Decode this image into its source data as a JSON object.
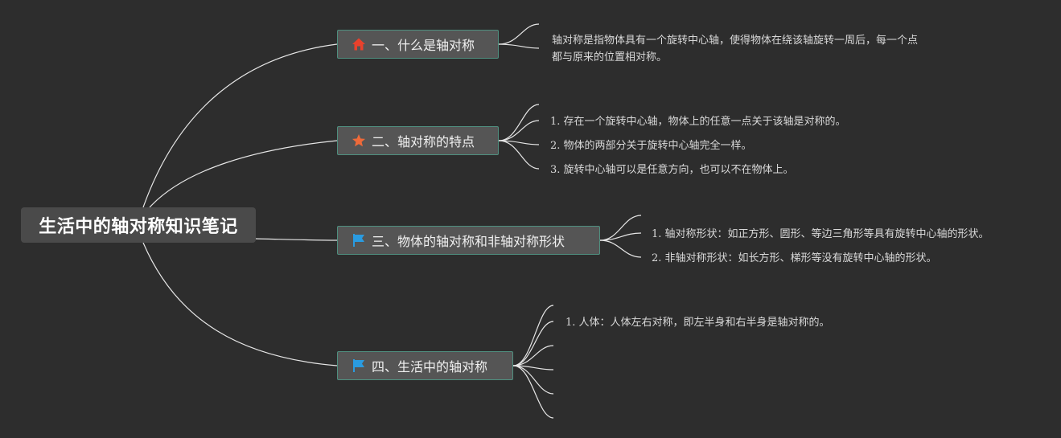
{
  "root": {
    "title": "生活中的轴对称知识笔记"
  },
  "branches": [
    {
      "label": "一、什么是轴对称",
      "icon": "house-icon",
      "icon_color": "#e8412c",
      "leaves": [
        "轴对称是指物体具有一个旋转中心轴，使得物体在绕该轴旋转一周后，每一个点",
        "都与原来的位置相对称。"
      ]
    },
    {
      "label": "二、轴对称的特点",
      "icon": "star-icon",
      "icon_color": "#ee6a3a",
      "leaves": [
        "1. 存在一个旋转中心轴，物体上的任意一点关于该轴是对称的。",
        "2. 物体的两部分关于旋转中心轴完全一样。",
        "3. 旋转中心轴可以是任意方向，也可以不在物体上。"
      ]
    },
    {
      "label": "三、物体的轴对称和非轴对称形状",
      "icon": "flag-icon",
      "icon_color": "#2a9be0",
      "leaves": [
        "1. 轴对称形状：如正方形、圆形、等边三角形等具有旋转中心轴的形状。",
        "2. 非轴对称形状：如长方形、梯形等没有旋转中心轴的形状。"
      ]
    },
    {
      "label": "四、生活中的轴对称",
      "icon": "flag-icon",
      "icon_color": "#2a9be0",
      "leaves": [
        "1. 人体：人体左右对称，即左半身和右半身是轴对称的。"
      ]
    }
  ],
  "colors": {
    "background": "#2d2d2d",
    "connector": "#e6e6e6",
    "branch_border": "#4f8f7f"
  }
}
